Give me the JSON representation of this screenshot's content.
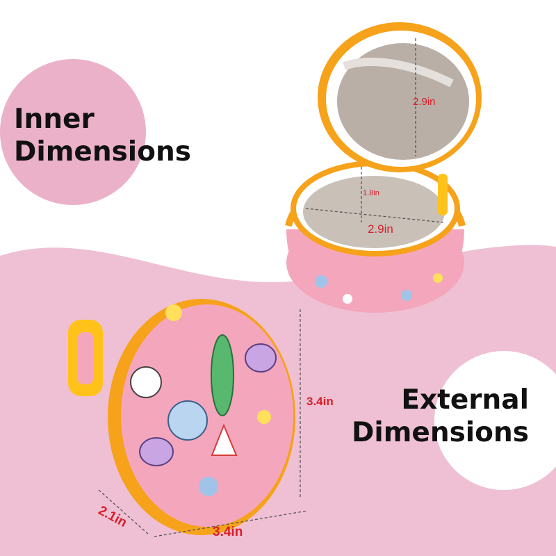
{
  "headings": {
    "inner": [
      "Inner",
      "Dimensions"
    ],
    "external": [
      "External",
      "Dimensions"
    ]
  },
  "measurements": {
    "inner_lid_height": "2.9in",
    "inner_depth": "1.8in",
    "inner_width": "2.9in",
    "external_height": "3.4in",
    "external_width": "3.4in",
    "external_depth": "2.1in"
  },
  "colors": {
    "background_pink": "#efc0d3",
    "circle_pink": "#ebb1c8",
    "label_red": "#d81f2a",
    "zipper_orange": "#f6a21a",
    "case_pink": "#f4a6bd",
    "lining_gray": "#c9c0b8"
  }
}
